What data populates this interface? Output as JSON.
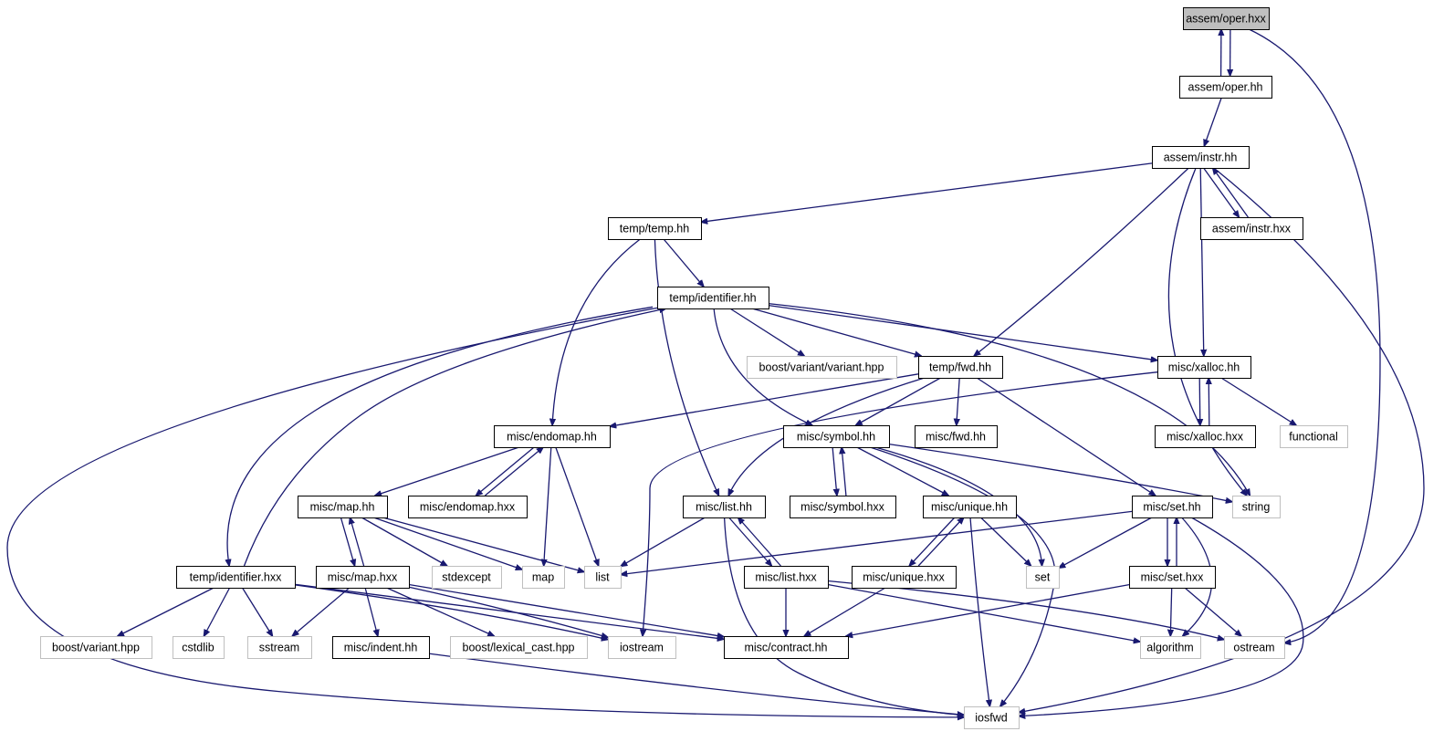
{
  "nodes": {
    "assem_oper_hxx": {
      "label": "assem/oper.hxx",
      "kind": "root"
    },
    "assem_oper_hh": {
      "label": "assem/oper.hh",
      "kind": "proj"
    },
    "assem_instr_hh": {
      "label": "assem/instr.hh",
      "kind": "proj"
    },
    "assem_instr_hxx": {
      "label": "assem/instr.hxx",
      "kind": "proj"
    },
    "temp_temp_hh": {
      "label": "temp/temp.hh",
      "kind": "proj"
    },
    "temp_identifier_hh": {
      "label": "temp/identifier.hh",
      "kind": "proj"
    },
    "boost_variant_variant_hpp": {
      "label": "boost/variant/variant.hpp",
      "kind": "ext"
    },
    "temp_fwd_hh": {
      "label": "temp/fwd.hh",
      "kind": "proj"
    },
    "misc_xalloc_hh": {
      "label": "misc/xalloc.hh",
      "kind": "proj"
    },
    "misc_xalloc_hxx": {
      "label": "misc/xalloc.hxx",
      "kind": "proj"
    },
    "functional": {
      "label": "functional",
      "kind": "ext"
    },
    "misc_endomap_hh": {
      "label": "misc/endomap.hh",
      "kind": "proj"
    },
    "misc_symbol_hh": {
      "label": "misc/symbol.hh",
      "kind": "proj"
    },
    "misc_fwd_hh": {
      "label": "misc/fwd.hh",
      "kind": "proj"
    },
    "misc_map_hh": {
      "label": "misc/map.hh",
      "kind": "proj"
    },
    "misc_endomap_hxx": {
      "label": "misc/endomap.hxx",
      "kind": "proj"
    },
    "misc_list_hh": {
      "label": "misc/list.hh",
      "kind": "proj"
    },
    "misc_symbol_hxx": {
      "label": "misc/symbol.hxx",
      "kind": "proj"
    },
    "misc_unique_hh": {
      "label": "misc/unique.hh",
      "kind": "proj"
    },
    "misc_set_hh": {
      "label": "misc/set.hh",
      "kind": "proj"
    },
    "string": {
      "label": "string",
      "kind": "ext"
    },
    "temp_identifier_hxx": {
      "label": "temp/identifier.hxx",
      "kind": "proj"
    },
    "misc_map_hxx": {
      "label": "misc/map.hxx",
      "kind": "proj"
    },
    "stdexcept": {
      "label": "stdexcept",
      "kind": "ext"
    },
    "map": {
      "label": "map",
      "kind": "ext"
    },
    "list": {
      "label": "list",
      "kind": "ext"
    },
    "misc_list_hxx": {
      "label": "misc/list.hxx",
      "kind": "proj"
    },
    "misc_unique_hxx": {
      "label": "misc/unique.hxx",
      "kind": "proj"
    },
    "set": {
      "label": "set",
      "kind": "ext"
    },
    "misc_set_hxx": {
      "label": "misc/set.hxx",
      "kind": "proj"
    },
    "boost_variant_hpp": {
      "label": "boost/variant.hpp",
      "kind": "ext"
    },
    "cstdlib": {
      "label": "cstdlib",
      "kind": "ext"
    },
    "sstream": {
      "label": "sstream",
      "kind": "ext"
    },
    "misc_indent_hh": {
      "label": "misc/indent.hh",
      "kind": "proj"
    },
    "boost_lexical_cast_hpp": {
      "label": "boost/lexical_cast.hpp",
      "kind": "ext"
    },
    "iostream": {
      "label": "iostream",
      "kind": "ext"
    },
    "misc_contract_hh": {
      "label": "misc/contract.hh",
      "kind": "proj"
    },
    "algorithm": {
      "label": "algorithm",
      "kind": "ext"
    },
    "ostream": {
      "label": "ostream",
      "kind": "ext"
    },
    "iosfwd": {
      "label": "iosfwd",
      "kind": "ext"
    }
  },
  "edges": [
    [
      "assem_oper_hxx",
      "assem_oper_hh"
    ],
    [
      "assem_oper_hh",
      "assem_oper_hxx"
    ],
    [
      "assem_oper_hxx",
      "ostream"
    ],
    [
      "assem_oper_hh",
      "assem_instr_hh"
    ],
    [
      "assem_instr_hh",
      "temp_temp_hh"
    ],
    [
      "assem_instr_hh",
      "temp_fwd_hh"
    ],
    [
      "assem_instr_hh",
      "string"
    ],
    [
      "assem_instr_hh",
      "misc_xalloc_hh"
    ],
    [
      "assem_instr_hh",
      "assem_instr_hxx"
    ],
    [
      "assem_instr_hxx",
      "assem_instr_hh"
    ],
    [
      "assem_instr_hh",
      "iosfwd"
    ],
    [
      "temp_temp_hh",
      "temp_identifier_hh"
    ],
    [
      "temp_temp_hh",
      "misc_endomap_hh"
    ],
    [
      "temp_temp_hh",
      "misc_list_hh"
    ],
    [
      "temp_identifier_hh",
      "boost_variant_variant_hpp"
    ],
    [
      "temp_identifier_hh",
      "temp_fwd_hh"
    ],
    [
      "temp_identifier_hh",
      "misc_xalloc_hh"
    ],
    [
      "temp_identifier_hh",
      "misc_symbol_hh"
    ],
    [
      "temp_identifier_hh",
      "string"
    ],
    [
      "temp_identifier_hh",
      "temp_identifier_hxx"
    ],
    [
      "temp_identifier_hxx",
      "temp_identifier_hh"
    ],
    [
      "temp_identifier_hh",
      "iosfwd"
    ],
    [
      "temp_fwd_hh",
      "misc_endomap_hh"
    ],
    [
      "temp_fwd_hh",
      "misc_symbol_hh"
    ],
    [
      "temp_fwd_hh",
      "misc_fwd_hh"
    ],
    [
      "temp_fwd_hh",
      "misc_list_hh"
    ],
    [
      "temp_fwd_hh",
      "misc_set_hh"
    ],
    [
      "misc_xalloc_hh",
      "misc_xalloc_hxx"
    ],
    [
      "misc_xalloc_hxx",
      "misc_xalloc_hh"
    ],
    [
      "misc_xalloc_hh",
      "functional"
    ],
    [
      "misc_xalloc_hh",
      "iostream"
    ],
    [
      "misc_endomap_hh",
      "misc_map_hh"
    ],
    [
      "misc_endomap_hh",
      "misc_endomap_hxx"
    ],
    [
      "misc_endomap_hxx",
      "misc_endomap_hh"
    ],
    [
      "misc_endomap_hh",
      "map"
    ],
    [
      "misc_endomap_hh",
      "list"
    ],
    [
      "misc_symbol_hh",
      "misc_symbol_hxx"
    ],
    [
      "misc_symbol_hxx",
      "misc_symbol_hh"
    ],
    [
      "misc_symbol_hh",
      "misc_unique_hh"
    ],
    [
      "misc_symbol_hh",
      "set"
    ],
    [
      "misc_symbol_hh",
      "string"
    ],
    [
      "misc_symbol_hh",
      "iosfwd"
    ],
    [
      "misc_map_hh",
      "misc_map_hxx"
    ],
    [
      "misc_map_hxx",
      "misc_map_hh"
    ],
    [
      "misc_map_hh",
      "stdexcept"
    ],
    [
      "misc_map_hh",
      "map"
    ],
    [
      "misc_map_hh",
      "list"
    ],
    [
      "misc_list_hh",
      "list"
    ],
    [
      "misc_list_hh",
      "misc_list_hxx"
    ],
    [
      "misc_list_hxx",
      "misc_list_hh"
    ],
    [
      "misc_list_hh",
      "iosfwd"
    ],
    [
      "misc_unique_hh",
      "misc_unique_hxx"
    ],
    [
      "misc_unique_hxx",
      "misc_unique_hh"
    ],
    [
      "misc_unique_hh",
      "set"
    ],
    [
      "misc_unique_hh",
      "iosfwd"
    ],
    [
      "misc_set_hh",
      "list"
    ],
    [
      "misc_set_hh",
      "set"
    ],
    [
      "misc_set_hh",
      "misc_set_hxx"
    ],
    [
      "misc_set_hxx",
      "misc_set_hh"
    ],
    [
      "misc_set_hh",
      "algorithm"
    ],
    [
      "misc_set_hh",
      "iosfwd"
    ],
    [
      "temp_identifier_hxx",
      "boost_variant_hpp"
    ],
    [
      "temp_identifier_hxx",
      "cstdlib"
    ],
    [
      "temp_identifier_hxx",
      "sstream"
    ],
    [
      "temp_identifier_hxx",
      "iostream"
    ],
    [
      "temp_identifier_hxx",
      "misc_contract_hh"
    ],
    [
      "misc_map_hxx",
      "sstream"
    ],
    [
      "misc_map_hxx",
      "misc_indent_hh"
    ],
    [
      "misc_map_hxx",
      "boost_lexical_cast_hpp"
    ],
    [
      "misc_map_hxx",
      "iostream"
    ],
    [
      "misc_map_hxx",
      "misc_contract_hh"
    ],
    [
      "misc_list_hxx",
      "misc_contract_hh"
    ],
    [
      "misc_list_hxx",
      "algorithm"
    ],
    [
      "misc_list_hxx",
      "ostream"
    ],
    [
      "misc_unique_hxx",
      "misc_contract_hh"
    ],
    [
      "misc_set_hxx",
      "misc_contract_hh"
    ],
    [
      "misc_set_hxx",
      "algorithm"
    ],
    [
      "misc_set_hxx",
      "ostream"
    ],
    [
      "misc_indent_hh",
      "iosfwd"
    ]
  ]
}
